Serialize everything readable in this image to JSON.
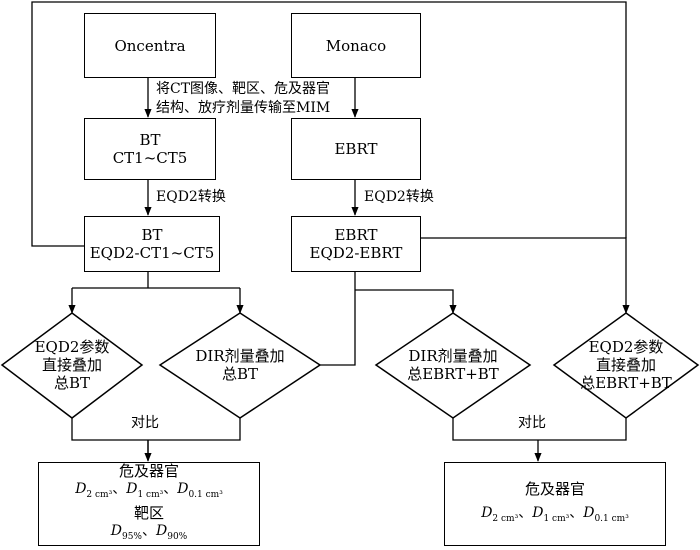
{
  "nodes": {
    "oncentra": "Oncentra",
    "monaco": "Monaco",
    "bt": {
      "line1": "BT",
      "line2": "CT1~CT5"
    },
    "ebrt": "EBRT",
    "bt_eqd2": {
      "line1": "BT",
      "line2": "EQD2-CT1~CT5"
    },
    "ebrt_eqd2": {
      "line1": "EBRT",
      "line2": "EQD2-EBRT"
    },
    "d1": {
      "line1": "EQD2参数",
      "line2": "直接叠加",
      "line3": "总BT"
    },
    "d2": {
      "line1": "DIR剂量叠加",
      "line2": "总BT"
    },
    "d3": {
      "line1": "DIR剂量叠加",
      "line2": "总EBRT+BT"
    },
    "d4": {
      "line1": "EQD2参数",
      "line2": "直接叠加",
      "line3": "总EBRT+BT"
    },
    "result_left": {
      "title1": "危及器官",
      "sym": "D",
      "oar_subs": [
        "2 cm³",
        "1 cm³",
        "0.1 cm³"
      ],
      "sep": "、",
      "title2": "靶区",
      "target_subs": [
        "95%",
        "90%"
      ]
    },
    "result_right": {
      "title": "危及器官",
      "sym": "D",
      "oar_subs": [
        "2 cm³",
        "1 cm³",
        "0.1 cm³"
      ],
      "sep": "、"
    }
  },
  "labels": {
    "transfer_line1": "将CT图像、靶区、危及器官",
    "transfer_line2": "结构、放疗剂量传输至MIM",
    "eqd2_left": "EQD2转换",
    "eqd2_right": "EQD2转换",
    "compare_left": "对比",
    "compare_right": "对比"
  }
}
